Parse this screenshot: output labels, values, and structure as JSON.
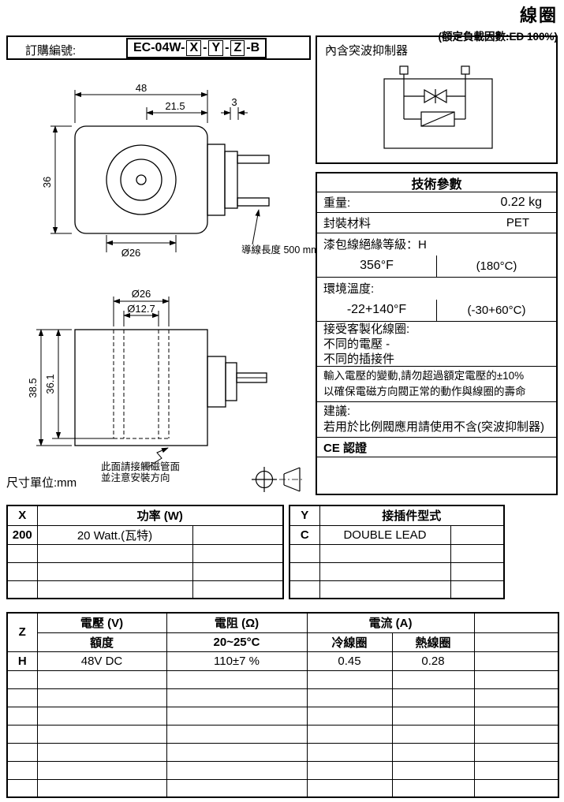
{
  "page": {
    "title": "線圈",
    "subtitle": "(額定負載因數:ED 100%)",
    "unit_note": "尺寸單位:mm"
  },
  "order": {
    "label": "訂購編號:",
    "prefix": "EC-04W-",
    "x": "X",
    "dash1": "-",
    "y": "Y",
    "dash2": "-",
    "z": "Z",
    "suffix": "-B"
  },
  "surge": {
    "title": "內含突波抑制器"
  },
  "drawing": {
    "dim_width": "48",
    "dim_21_5": "21.5",
    "dim_3": "3",
    "dim_height": "36",
    "dia_face": "Ø26",
    "lead_note": "導線長度 500 mm",
    "dia_hole_outer": "Ø26",
    "dia_hole_inner": "Ø12.7",
    "dim_total_height": "38.5",
    "dim_hole_depth": "36.1",
    "contact_note_line1": "此面請接觸磁管面",
    "contact_note_line2": "並注意安裝方向"
  },
  "tech": {
    "header": "技術參數",
    "weight_label": "重量:",
    "weight_value": "0.22  kg",
    "material_label": "封裝材料",
    "material_value": "PET",
    "insulation_label": "漆包線絕緣等級：H",
    "insulation_f": "356°F",
    "insulation_c": "(180°C)",
    "ambient_label": "環境溫度:",
    "ambient_f": "-22+140°F",
    "ambient_c": "(-30+60°C)",
    "custom_line1": "接受客製化線圈:",
    "custom_line2": "不同的電壓 -",
    "custom_line3": "不同的插接件",
    "warning_line1": "輸入電壓的變動,請勿超過額定電壓的±10%",
    "warning_line2": "以確保電磁方向閥正常的動作與線圈的壽命",
    "suggest_line1": "建議:",
    "suggest_line2": "若用於比例閥應用請使用不含(突波抑制器)",
    "ce": "CE 認證"
  },
  "table_x": {
    "col0": "X",
    "header": "功率 (W)",
    "row_code": "200",
    "row_value": "20 Watt.(瓦特)"
  },
  "table_y": {
    "col0": "Y",
    "header": "接插件型式",
    "row_code": "C",
    "row_value": "DOUBLE LEAD"
  },
  "table_z": {
    "col0": "Z",
    "h_voltage": "電壓 (V)",
    "h_resistance": "電阻 (Ω)",
    "h_current": "電流 (A)",
    "sub_rating": "額度",
    "sub_temp": "20~25°C",
    "sub_cold": "冷線圈",
    "sub_hot": "熱線圈",
    "row_code": "H",
    "row_voltage": "48V DC",
    "row_resistance": "110±7 %",
    "row_cold": "0.45",
    "row_hot": "0.28"
  }
}
